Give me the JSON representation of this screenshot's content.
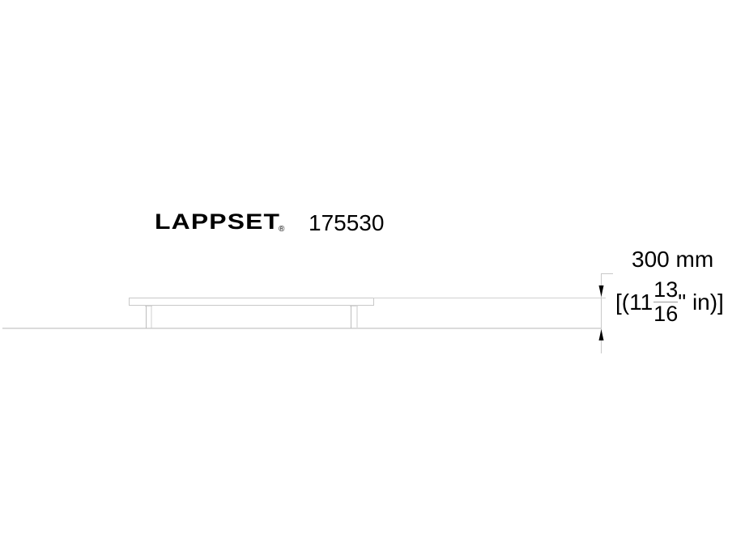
{
  "title": {
    "brand": "LAPPSET",
    "registered_mark": "®",
    "product_code": "175530"
  },
  "dimension": {
    "metric": "300 mm",
    "imperial_prefix": "[(11",
    "imperial_fraction_numerator": "13",
    "imperial_fraction_denominator": "16",
    "imperial_suffix": "\" in)]"
  },
  "drawing": {
    "line_color": "#c8c8c8",
    "arrow_color": "#000000"
  }
}
